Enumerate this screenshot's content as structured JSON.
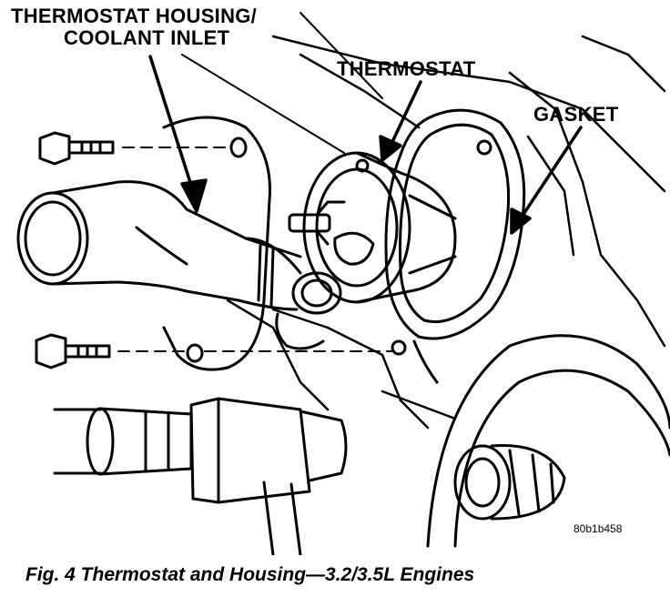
{
  "labels": {
    "housing_line1": "THERMOSTAT HOUSING/",
    "housing_line2": "COOLANT INLET",
    "thermostat": "THERMOSTAT",
    "gasket": "GASKET"
  },
  "part_number": "80b1b458",
  "caption": "Fig. 4 Thermostat and Housing—3.2/3.5L Engines"
}
